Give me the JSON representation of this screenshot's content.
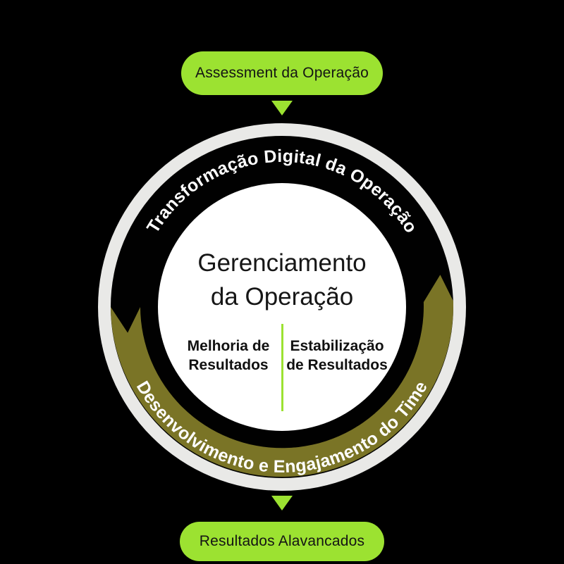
{
  "colors": {
    "background": "#000000",
    "accent_green": "#9CE231",
    "olive": "#7A7426",
    "ring_gray": "#E9E9E7",
    "circle_white": "#FFFFFF",
    "dark_text": "#141414",
    "arc_text": "#FFFFFF"
  },
  "top_pill": {
    "label": "Assessment da Operação"
  },
  "bottom_pill": {
    "label": "Resultados Alavancados"
  },
  "icons": {
    "top_arrow": "triangle-down",
    "bottom_arrow": "triangle-down"
  },
  "cycle": {
    "top_arc_label": "Transformação Digital da Operação",
    "bottom_arc_label": "Desenvolvimento e Engajamento do Time",
    "center_title_line1": "Gerenciamento",
    "center_title_line2": "da Operação",
    "left_item": {
      "line1": "Melhoria de",
      "line2": "Resultados"
    },
    "right_item": {
      "line1": "Estabilização",
      "line2": "de Resultados"
    }
  }
}
